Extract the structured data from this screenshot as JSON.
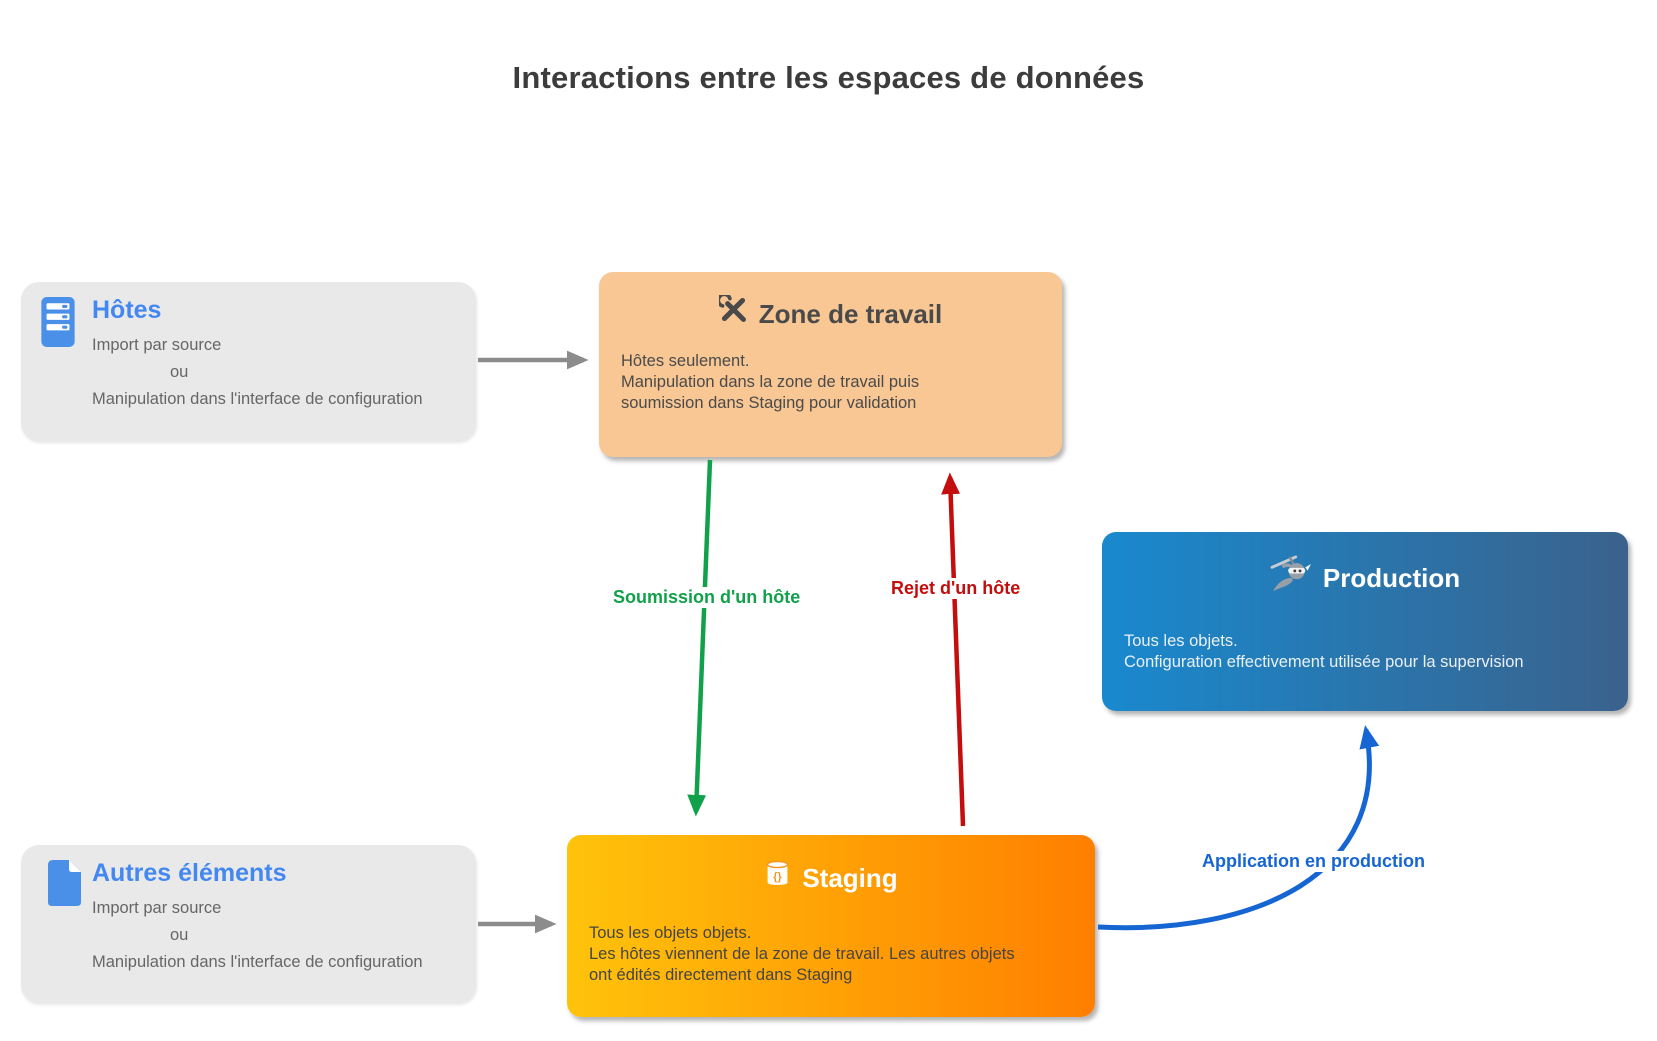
{
  "title": "Interactions entre les espaces de données",
  "boxes": {
    "hotes": {
      "title": "Hôtes",
      "icon": "server-icon",
      "lines": [
        "Import par source",
        "ou",
        "Manipulation dans l'interface de configuration"
      ]
    },
    "autres_elements": {
      "title": "Autres éléments",
      "icon": "document-icon",
      "lines": [
        "Import par source",
        "ou",
        "Manipulation dans l'interface de configuration"
      ]
    },
    "zone_de_travail": {
      "title": "Zone de travail",
      "icon": "tools-icon",
      "lines": [
        "Hôtes seulement.",
        "Manipulation dans la zone de travail puis",
        "soumission dans Staging pour validation"
      ]
    },
    "production": {
      "title": "Production",
      "icon": "ninja-icon",
      "lines": [
        "Tous les objets.",
        "Configuration effectivement utilisée pour la supervision"
      ]
    },
    "staging": {
      "title": "Staging",
      "icon": "database-icon",
      "lines": [
        "Tous les objets objets.",
        "Les hôtes viennent de la zone de travail. Les autres objets",
        "ont édités directement dans Staging"
      ]
    }
  },
  "arrows": {
    "import_hotes": {
      "color": "#8C8C8C"
    },
    "import_autres": {
      "color": "#8C8C8C"
    },
    "soumission": {
      "label": "Soumission d'un hôte",
      "color": "#12A14B"
    },
    "rejet": {
      "label": "Rejet d'un hôte",
      "color": "#C40D0D"
    },
    "application": {
      "label": "Application en production",
      "color": "#1565D3"
    }
  },
  "colors": {
    "accent_blue": "#4388F0",
    "box_gray": "#E9E9E9",
    "zone_bg": "#F8C794",
    "production_gradient": [
      "#1989CE",
      "#3A628C"
    ],
    "staging_gradient": [
      "#FFC30B",
      "#FF7F00"
    ],
    "arrow_gray": "#8C8C8C",
    "arrow_green": "#12A14B",
    "arrow_red": "#C40D0D",
    "arrow_blue": "#1565D3",
    "title_color": "#3C3C3C"
  }
}
